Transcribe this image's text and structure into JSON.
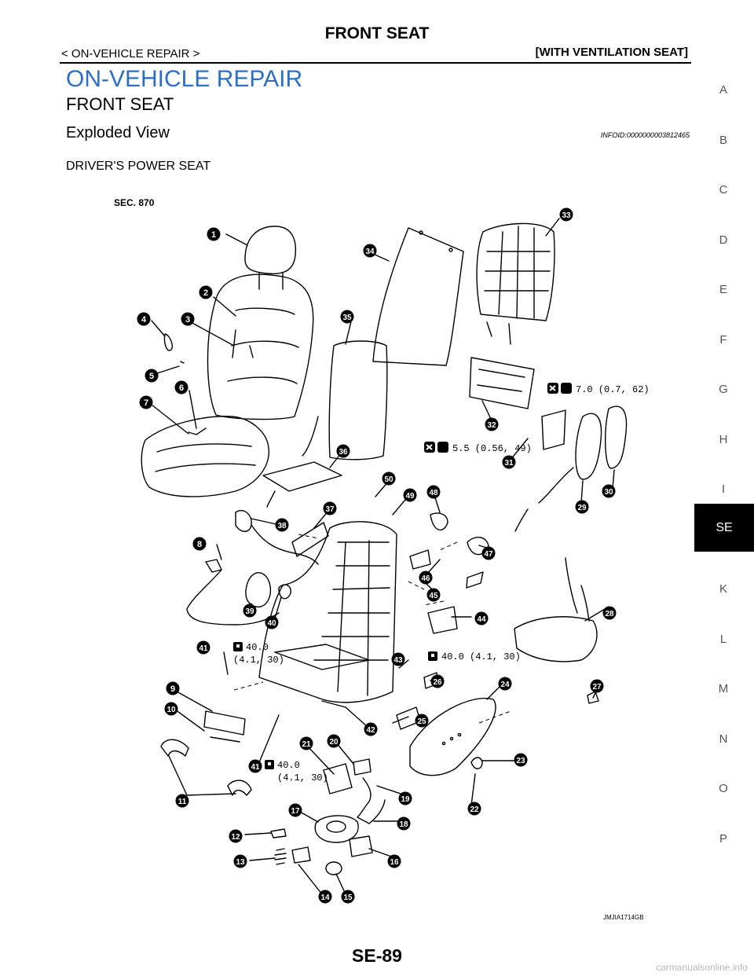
{
  "header": {
    "title": "FRONT SEAT",
    "left_section": "< ON-VEHICLE REPAIR >",
    "right_section": "[WITH VENTILATION SEAT]"
  },
  "section_title": "ON-VEHICLE REPAIR",
  "subsection_title": "FRONT SEAT",
  "topic": {
    "title": "Exploded View",
    "info_id": "INFOID:0000000003812465"
  },
  "caption": "DRIVER'S POWER SEAT",
  "diagram": {
    "sec_label": "SEC. 870",
    "figure_id": "JMJIA1714GB",
    "torque_labels": {
      "t1": "7.0 (0.7, 62)",
      "t2": "5.5 (0.56, 49)",
      "t3_a": "40.0",
      "t3_b": "(4.1, 30)",
      "t4": "40.0 (4.1, 30)",
      "t5_a": "40.0",
      "t5_b": "(4.1, 30)"
    },
    "callouts": [
      {
        "n": "1"
      },
      {
        "n": "2"
      },
      {
        "n": "3"
      },
      {
        "n": "4"
      },
      {
        "n": "5"
      },
      {
        "n": "6"
      },
      {
        "n": "7"
      },
      {
        "n": "8"
      },
      {
        "n": "9"
      },
      {
        "n": "10"
      },
      {
        "n": "11"
      },
      {
        "n": "12"
      },
      {
        "n": "13"
      },
      {
        "n": "14"
      },
      {
        "n": "15"
      },
      {
        "n": "16"
      },
      {
        "n": "17"
      },
      {
        "n": "18"
      },
      {
        "n": "19"
      },
      {
        "n": "20"
      },
      {
        "n": "21"
      },
      {
        "n": "22"
      },
      {
        "n": "23"
      },
      {
        "n": "24"
      },
      {
        "n": "25"
      },
      {
        "n": "26"
      },
      {
        "n": "27"
      },
      {
        "n": "28"
      },
      {
        "n": "29"
      },
      {
        "n": "30"
      },
      {
        "n": "31"
      },
      {
        "n": "32"
      },
      {
        "n": "33"
      },
      {
        "n": "34"
      },
      {
        "n": "35"
      },
      {
        "n": "36"
      },
      {
        "n": "37"
      },
      {
        "n": "38"
      },
      {
        "n": "39"
      },
      {
        "n": "40"
      },
      {
        "n": "41"
      },
      {
        "n": "41"
      },
      {
        "n": "42"
      },
      {
        "n": "43"
      },
      {
        "n": "44"
      },
      {
        "n": "45"
      },
      {
        "n": "46"
      },
      {
        "n": "47"
      },
      {
        "n": "48"
      },
      {
        "n": "49"
      },
      {
        "n": "50"
      }
    ]
  },
  "side_index": [
    "A",
    "B",
    "C",
    "D",
    "E",
    "F",
    "G",
    "H",
    "I",
    "SE",
    "K",
    "L",
    "M",
    "N",
    "O",
    "P"
  ],
  "active_index": "SE",
  "page_number": "SE-89",
  "watermark": "carmanualsonline.info"
}
